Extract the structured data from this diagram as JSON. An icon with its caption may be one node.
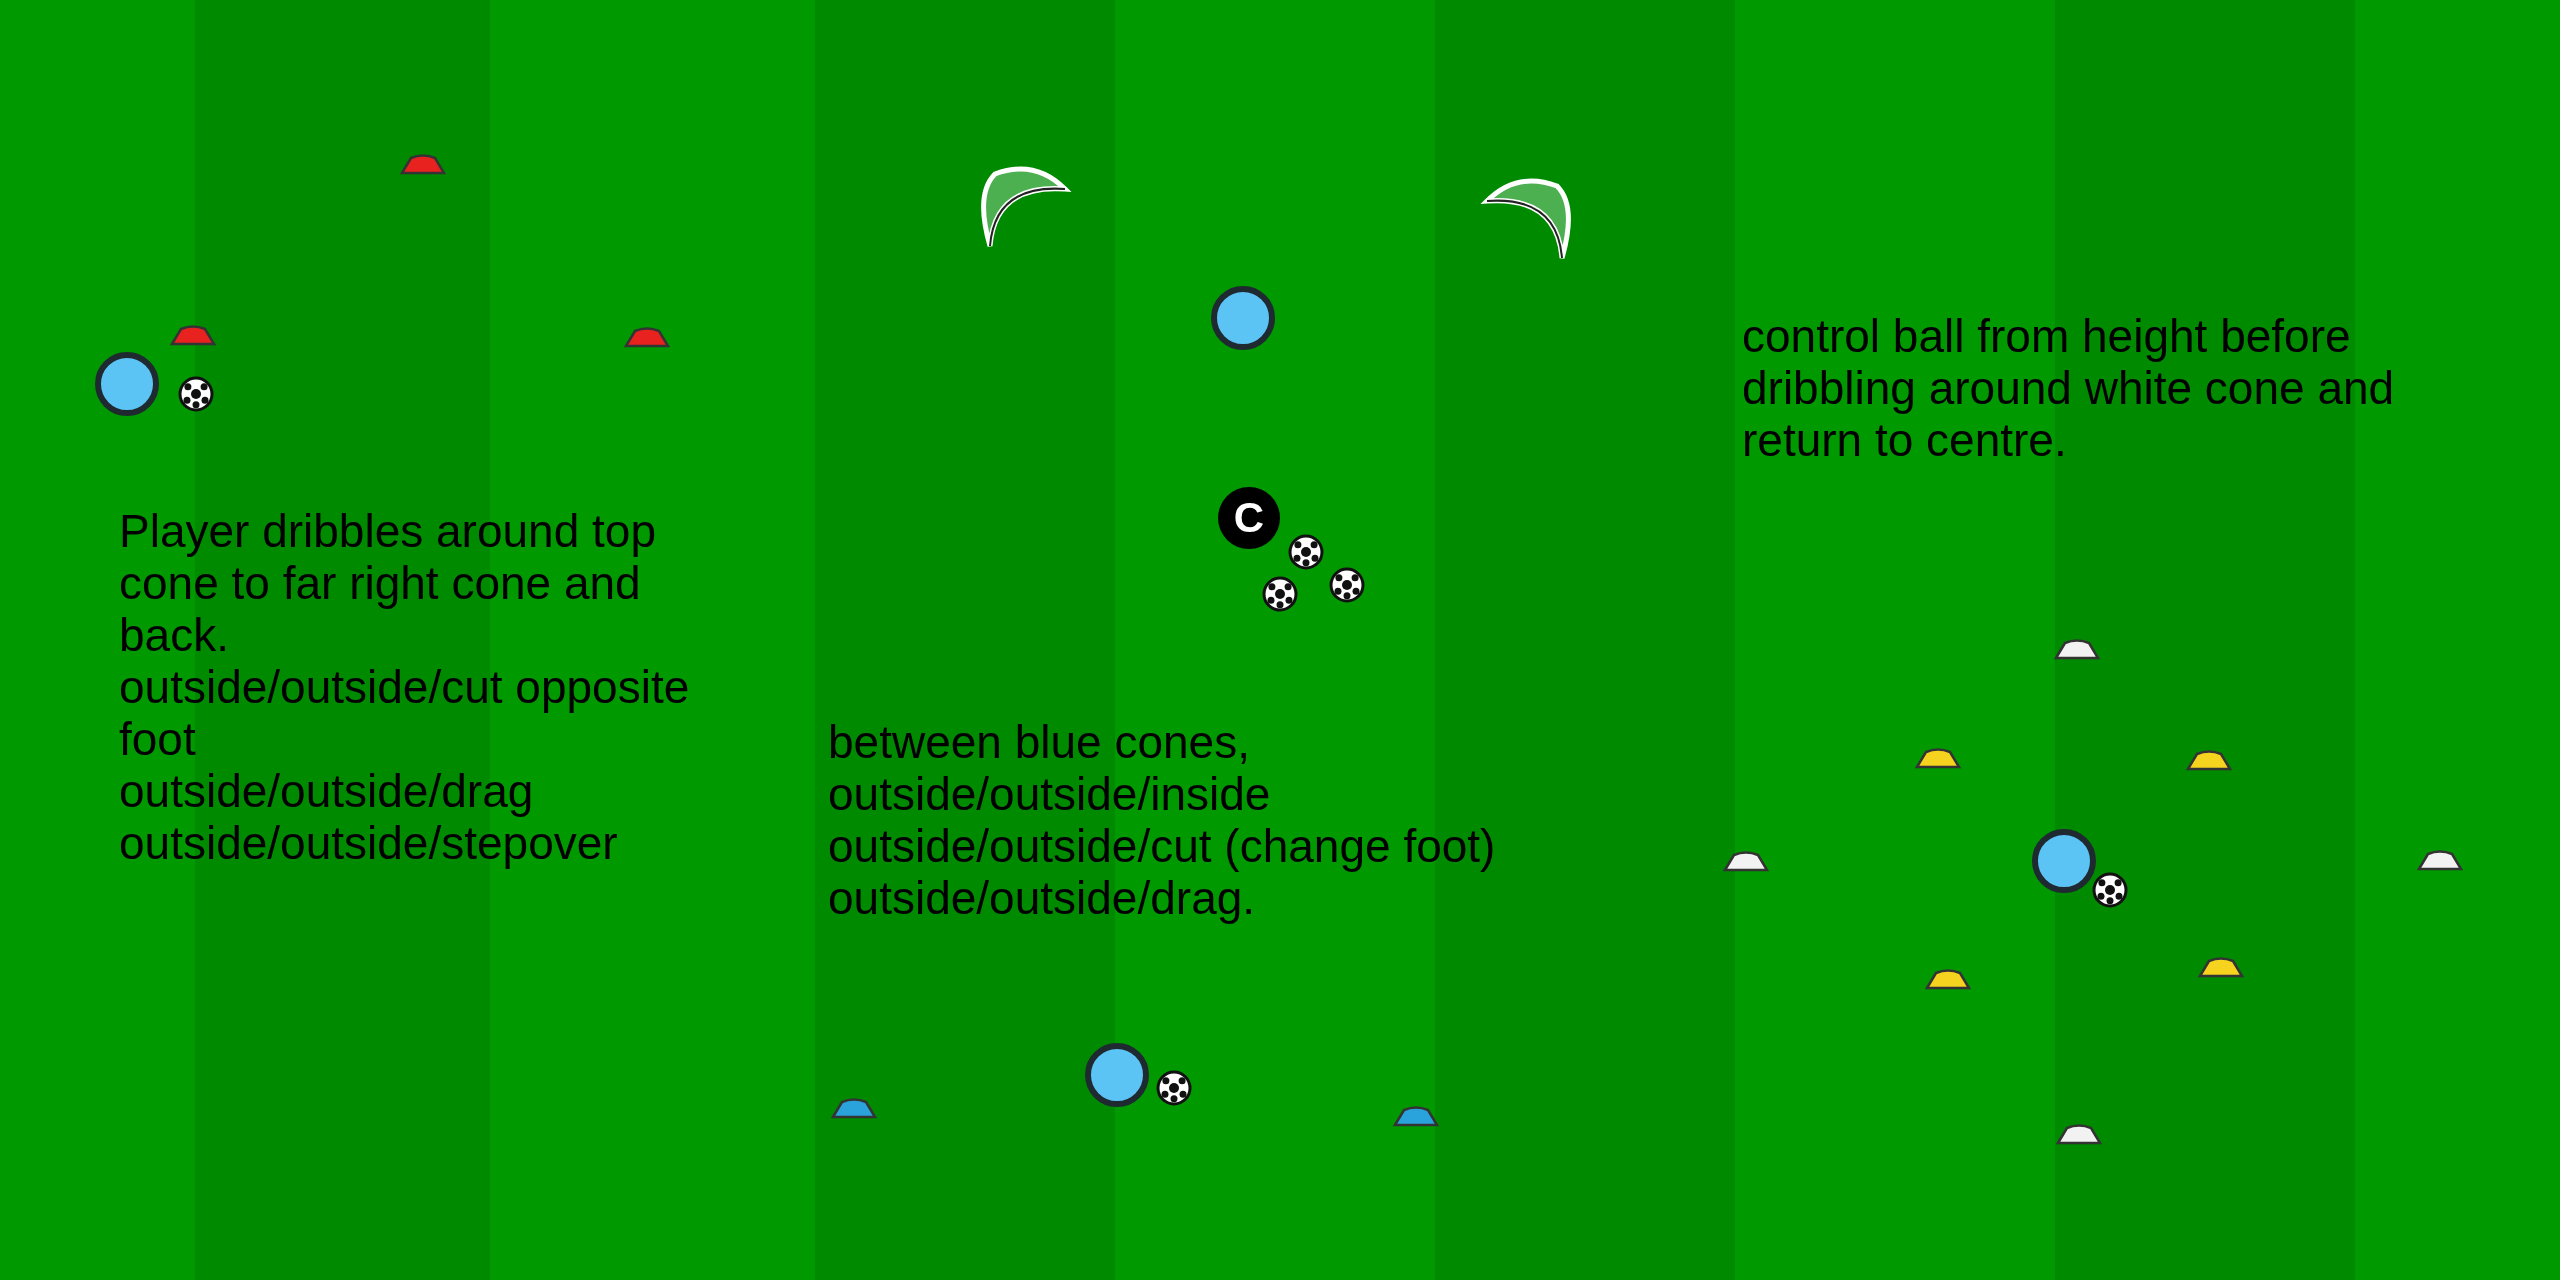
{
  "diagram": {
    "labels": [
      "Player dribbles around top cone to far right cone and back.",
      "outside/outside/cut opposite foot",
      "outside/outside/drag",
      "outside/outside/stepover",
      "C",
      "between blue cones,",
      "outside/outside/inside",
      "outside/outside/cut (change foot)",
      "outside/outside/drag.",
      "control ball from height before dribbling around white cone and return to centre."
    ]
  }
}
